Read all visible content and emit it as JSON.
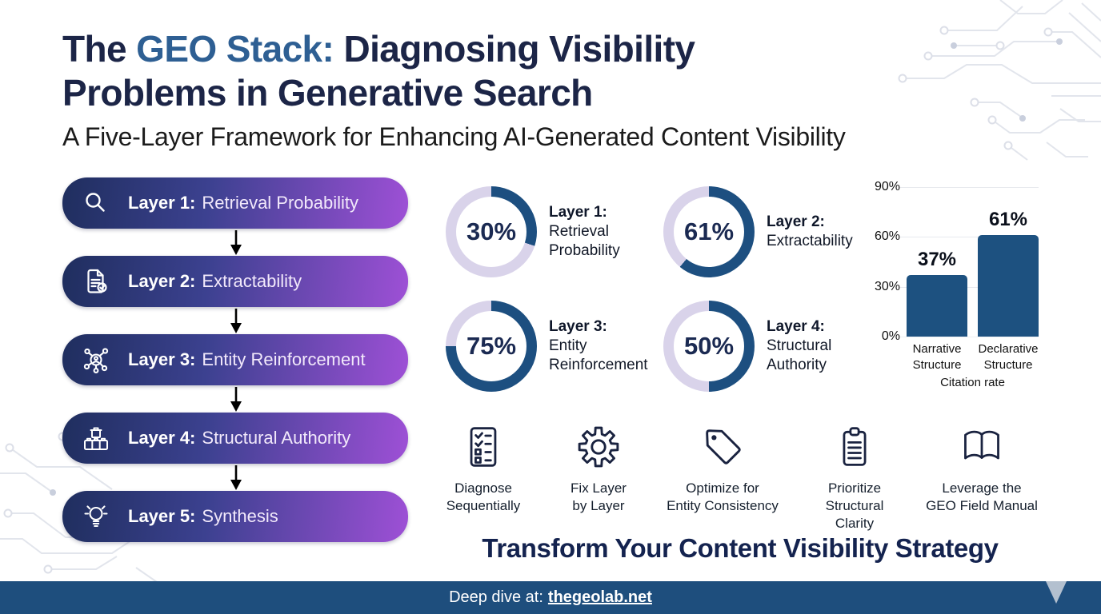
{
  "title": {
    "prefix": "The ",
    "highlight": "GEO Stack:",
    "rest": " Diagnosing Visibility Problems in Generative Search",
    "subtitle": "A Five-Layer Framework for Enhancing AI-Generated Content Visibility"
  },
  "colors": {
    "title_navy": "#1c2547",
    "title_highlight_blue": "#2e5f93",
    "pill_gradient_start": "#1f2e5e",
    "pill_gradient_end": "#9e50d6",
    "donut_arc": "#1d4f80",
    "donut_track": "#d9d3ea",
    "bar_fill": "#1d5180",
    "footer_bg": "#1e4e7d"
  },
  "layers": {
    "items": [
      {
        "icon": "magnifier-icon",
        "label": "Layer 1:",
        "name": "Retrieval Probability"
      },
      {
        "icon": "document-check-icon",
        "label": "Layer 2:",
        "name": "Extractability"
      },
      {
        "icon": "network-icon",
        "label": "Layer 3:",
        "name": "Entity Reinforcement"
      },
      {
        "icon": "building-blocks-icon",
        "label": "Layer 4:",
        "name": "Structural Authority"
      },
      {
        "icon": "lightbulb-icon",
        "label": "Layer 5:",
        "name": "Synthesis"
      }
    ]
  },
  "chart_data": [
    {
      "type": "donut",
      "value": 30,
      "display": "30%",
      "label": "Layer 1:",
      "sublabel": "Retrieval\nProbability",
      "arc_color": "#1d4f80",
      "track_color": "#d9d3ea"
    },
    {
      "type": "donut",
      "value": 61,
      "display": "61%",
      "label": "Layer 2:",
      "sublabel": "Extractability",
      "arc_color": "#1d4f80",
      "track_color": "#d9d3ea"
    },
    {
      "type": "donut",
      "value": 75,
      "display": "75%",
      "label": "Layer 3:",
      "sublabel": "Entity\nReinforcement",
      "arc_color": "#1d4f80",
      "track_color": "#d9d3ea"
    },
    {
      "type": "donut",
      "value": 50,
      "display": "50%",
      "label": "Layer 4:",
      "sublabel": "Structural\nAuthority",
      "arc_color": "#1d4f80",
      "track_color": "#d9d3ea"
    },
    {
      "type": "bar",
      "categories": [
        "Narrative\nStructure",
        "Declarative\nStructure"
      ],
      "values": [
        37,
        61
      ],
      "value_labels": [
        "37%",
        "61%"
      ],
      "xlabel": "Citation rate",
      "ylim": [
        0,
        90
      ],
      "yticks": [
        {
          "value": 90,
          "label": "90%"
        },
        {
          "value": 60,
          "label": "60%"
        },
        {
          "value": 30,
          "label": "30%"
        },
        {
          "value": 0,
          "label": "0%"
        }
      ],
      "bar_color": "#1d5180"
    }
  ],
  "actions": {
    "items": [
      {
        "icon": "checklist-icon",
        "label": "Diagnose\nSequentially"
      },
      {
        "icon": "gear-icon",
        "label": "Fix Layer\nby Layer"
      },
      {
        "icon": "tag-icon",
        "label": "Optimize for\nEntity Consistency"
      },
      {
        "icon": "clipboard-icon",
        "label": "Prioritize\nStructural\nClarity"
      },
      {
        "icon": "open-book-icon",
        "label": "Leverage the\nGEO Field Manual"
      }
    ]
  },
  "cta": {
    "text": "Transform Your Content Visibility Strategy"
  },
  "footer": {
    "prefix": "Deep dive at:",
    "link": "thegeolab.net"
  }
}
